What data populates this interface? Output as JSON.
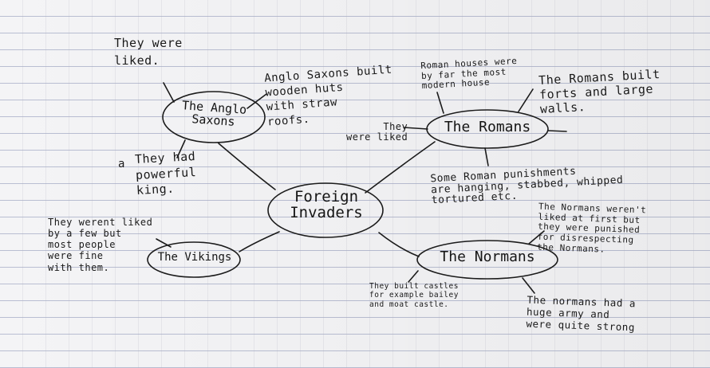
{
  "central": {
    "label": "Foreign\nInvaders"
  },
  "nodes": {
    "anglo": {
      "label": "The Anglo\nSaxons"
    },
    "romans": {
      "label": "The Romans"
    },
    "normans": {
      "label": "The Normans"
    },
    "vikings": {
      "label": "The Vikings"
    }
  },
  "notes": {
    "anglo_liked": "They were\nliked.",
    "anglo_huts": "Anglo Saxons built\nwooden huts\nwith straw\nroofs.",
    "anglo_king": "They had\npowerful\nking.",
    "anglo_king_prefix": "a",
    "roman_houses": "Roman houses were\nby far the most\nmodern house",
    "roman_forts": "The Romans built\nforts and large\nwalls.",
    "roman_liked": "They\nwere liked",
    "roman_punish": "Some Roman punishments\nare hanging, stabbed, whipped\ntortured etc.",
    "norman_liked": "The Normans weren't\nliked at first but\nthey were punished\nfor disrespecting\nthe Normans.",
    "norman_castles": "They built castles\nfor example bailey\nand moat castle.",
    "norman_army": "The normans had a\nhuge army and\nwere quite strong",
    "viking_liked": "They werent liked\nby a few but\nmost people\nwere fine\nwith them."
  }
}
